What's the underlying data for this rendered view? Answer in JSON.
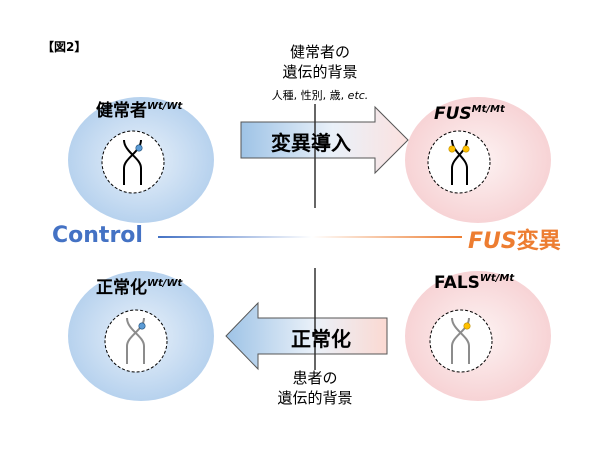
{
  "figure_label": "【図2】",
  "top_caption": {
    "line1": "健常者の",
    "line2": "遺伝的背景",
    "sub_plain": "人種, 性別, 歳, ",
    "sub_italic": "etc."
  },
  "bottom_caption": {
    "line1": "患者の",
    "line2": "遺伝的背景"
  },
  "cells": {
    "top_left": {
      "name": "健常者",
      "sup": "Wt/Wt"
    },
    "top_right": {
      "name": "FUS",
      "sup": "Mt/Mt"
    },
    "bottom_left": {
      "name": "正常化",
      "sup": "Wt/Wt"
    },
    "bottom_right": {
      "name": "FALS",
      "sup": "Wt/Mt"
    }
  },
  "arrows": {
    "top": "変異導入",
    "bottom": "正常化"
  },
  "axis": {
    "left": "Control",
    "right_italic": "FUS",
    "right_plain": "変異"
  },
  "colors": {
    "blue": "#4472c4",
    "orange": "#ed7d31",
    "allele_wt": "#5b9bd5",
    "allele_mt": "#ffc000",
    "light_blue": "#bdd7ee",
    "light_pink": "#fbe5e6"
  }
}
